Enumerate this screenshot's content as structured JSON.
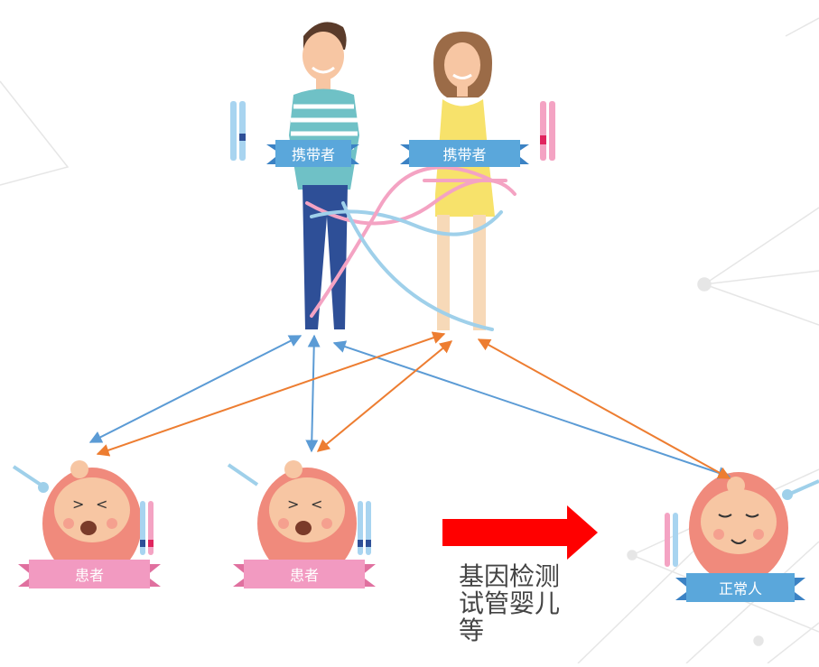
{
  "labels": {
    "father": "携带者",
    "mother": "携带者",
    "child_left": "患者",
    "child_mid": "患者",
    "child_right": "正常人"
  },
  "caption_lines": [
    "基因检测",
    "试管婴儿",
    "等"
  ],
  "colors": {
    "blue_arrow": "#5b9bd5",
    "orange_arrow": "#ed7d31",
    "red_arrow": "#ff0000",
    "carrier_ribbon": "#5aa7db",
    "patient_ribbon": "#f29ac1"
  }
}
